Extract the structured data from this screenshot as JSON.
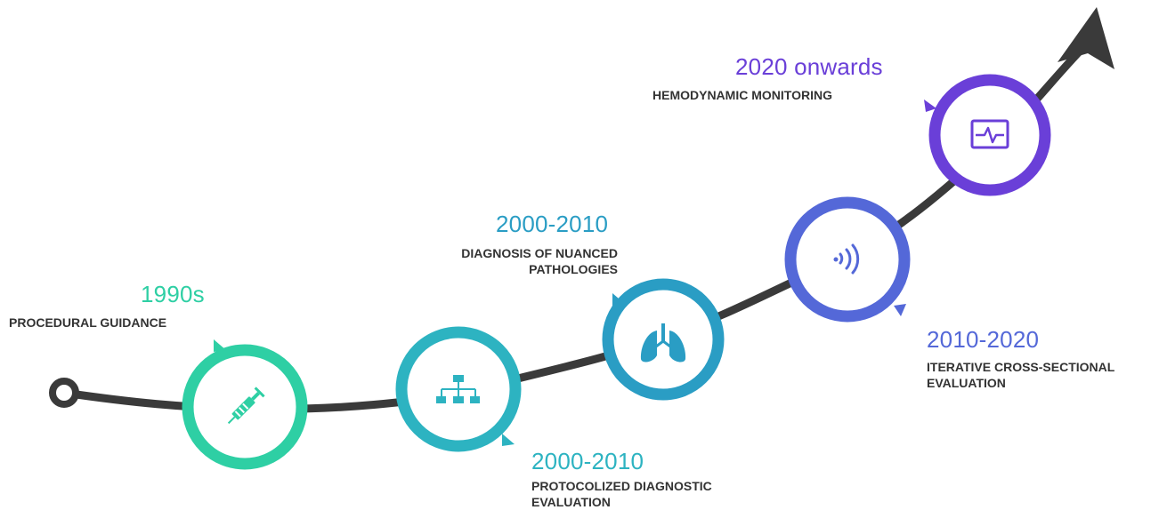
{
  "colors": {
    "path": "#3a3a3a",
    "teal_green": "#2ecfa4",
    "teal": "#2db3c1",
    "cyan_blue": "#2a9dc4",
    "blue": "#5468d8",
    "purple": "#6a3fd8"
  },
  "milestones": [
    {
      "era": "1990s",
      "lines": [
        "PROCEDURAL GUIDANCE"
      ],
      "icon": "syringe-icon",
      "color": "#2ecfa4"
    },
    {
      "era": "2000-2010",
      "lines": [
        "PROTOCOLIZED DIAGNOSTIC",
        "EVALUATION"
      ],
      "icon": "flowchart-icon",
      "color": "#2db3c1"
    },
    {
      "era": "2000-2010",
      "lines": [
        "DIAGNOSIS OF NUANCED",
        "PATHOLOGIES"
      ],
      "icon": "lungs-icon",
      "color": "#2a9dc4"
    },
    {
      "era": "2010-2020",
      "lines": [
        "ITERATIVE CROSS-SECTIONAL",
        "EVALUATION"
      ],
      "icon": "ultrasound-waves-icon",
      "color": "#5468d8"
    },
    {
      "era": "2020 onwards",
      "lines": [
        "HEMODYNAMIC MONITORING"
      ],
      "icon": "monitor-icon",
      "color": "#6a3fd8"
    }
  ]
}
